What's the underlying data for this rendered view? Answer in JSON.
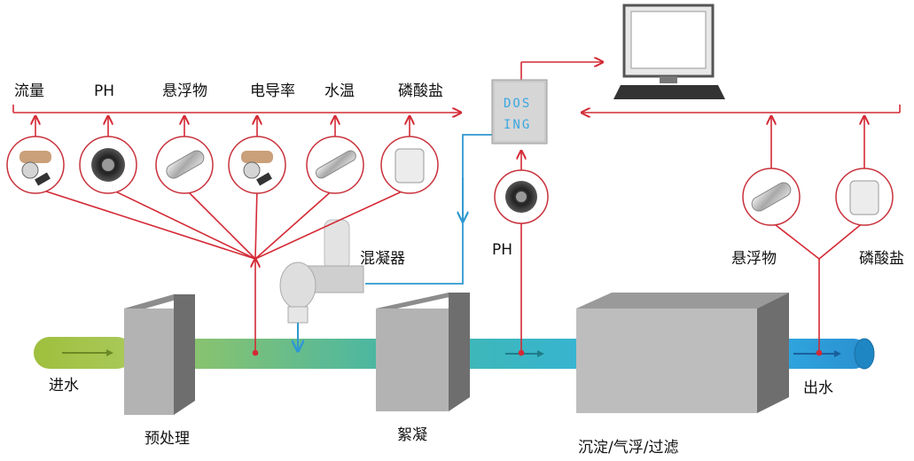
{
  "sensor_labels": {
    "flow": "流量",
    "ph": "PH",
    "suspended": "悬浮物",
    "conductivity": "电导率",
    "temperature": "水温",
    "phosphate": "磷酸盐"
  },
  "controller": {
    "line1": "DOS",
    "line2": "ING"
  },
  "mid_sensor_label": "PH",
  "outlet_sensor_labels": {
    "suspended": "悬浮物",
    "phosphate": "磷酸盐"
  },
  "coagulant_label": "混凝器",
  "stages": {
    "inlet": "进水",
    "pretreatment": "预处理",
    "flocculation": "絮凝",
    "separation": "沉淀/气浮/过滤",
    "outlet": "出水"
  },
  "colors": {
    "signal_line": "#d42a35",
    "dosing_line": "#2f98d0",
    "inlet_pipe": "#9bbf4a",
    "outlet_pipe": "#2aa7dd"
  }
}
